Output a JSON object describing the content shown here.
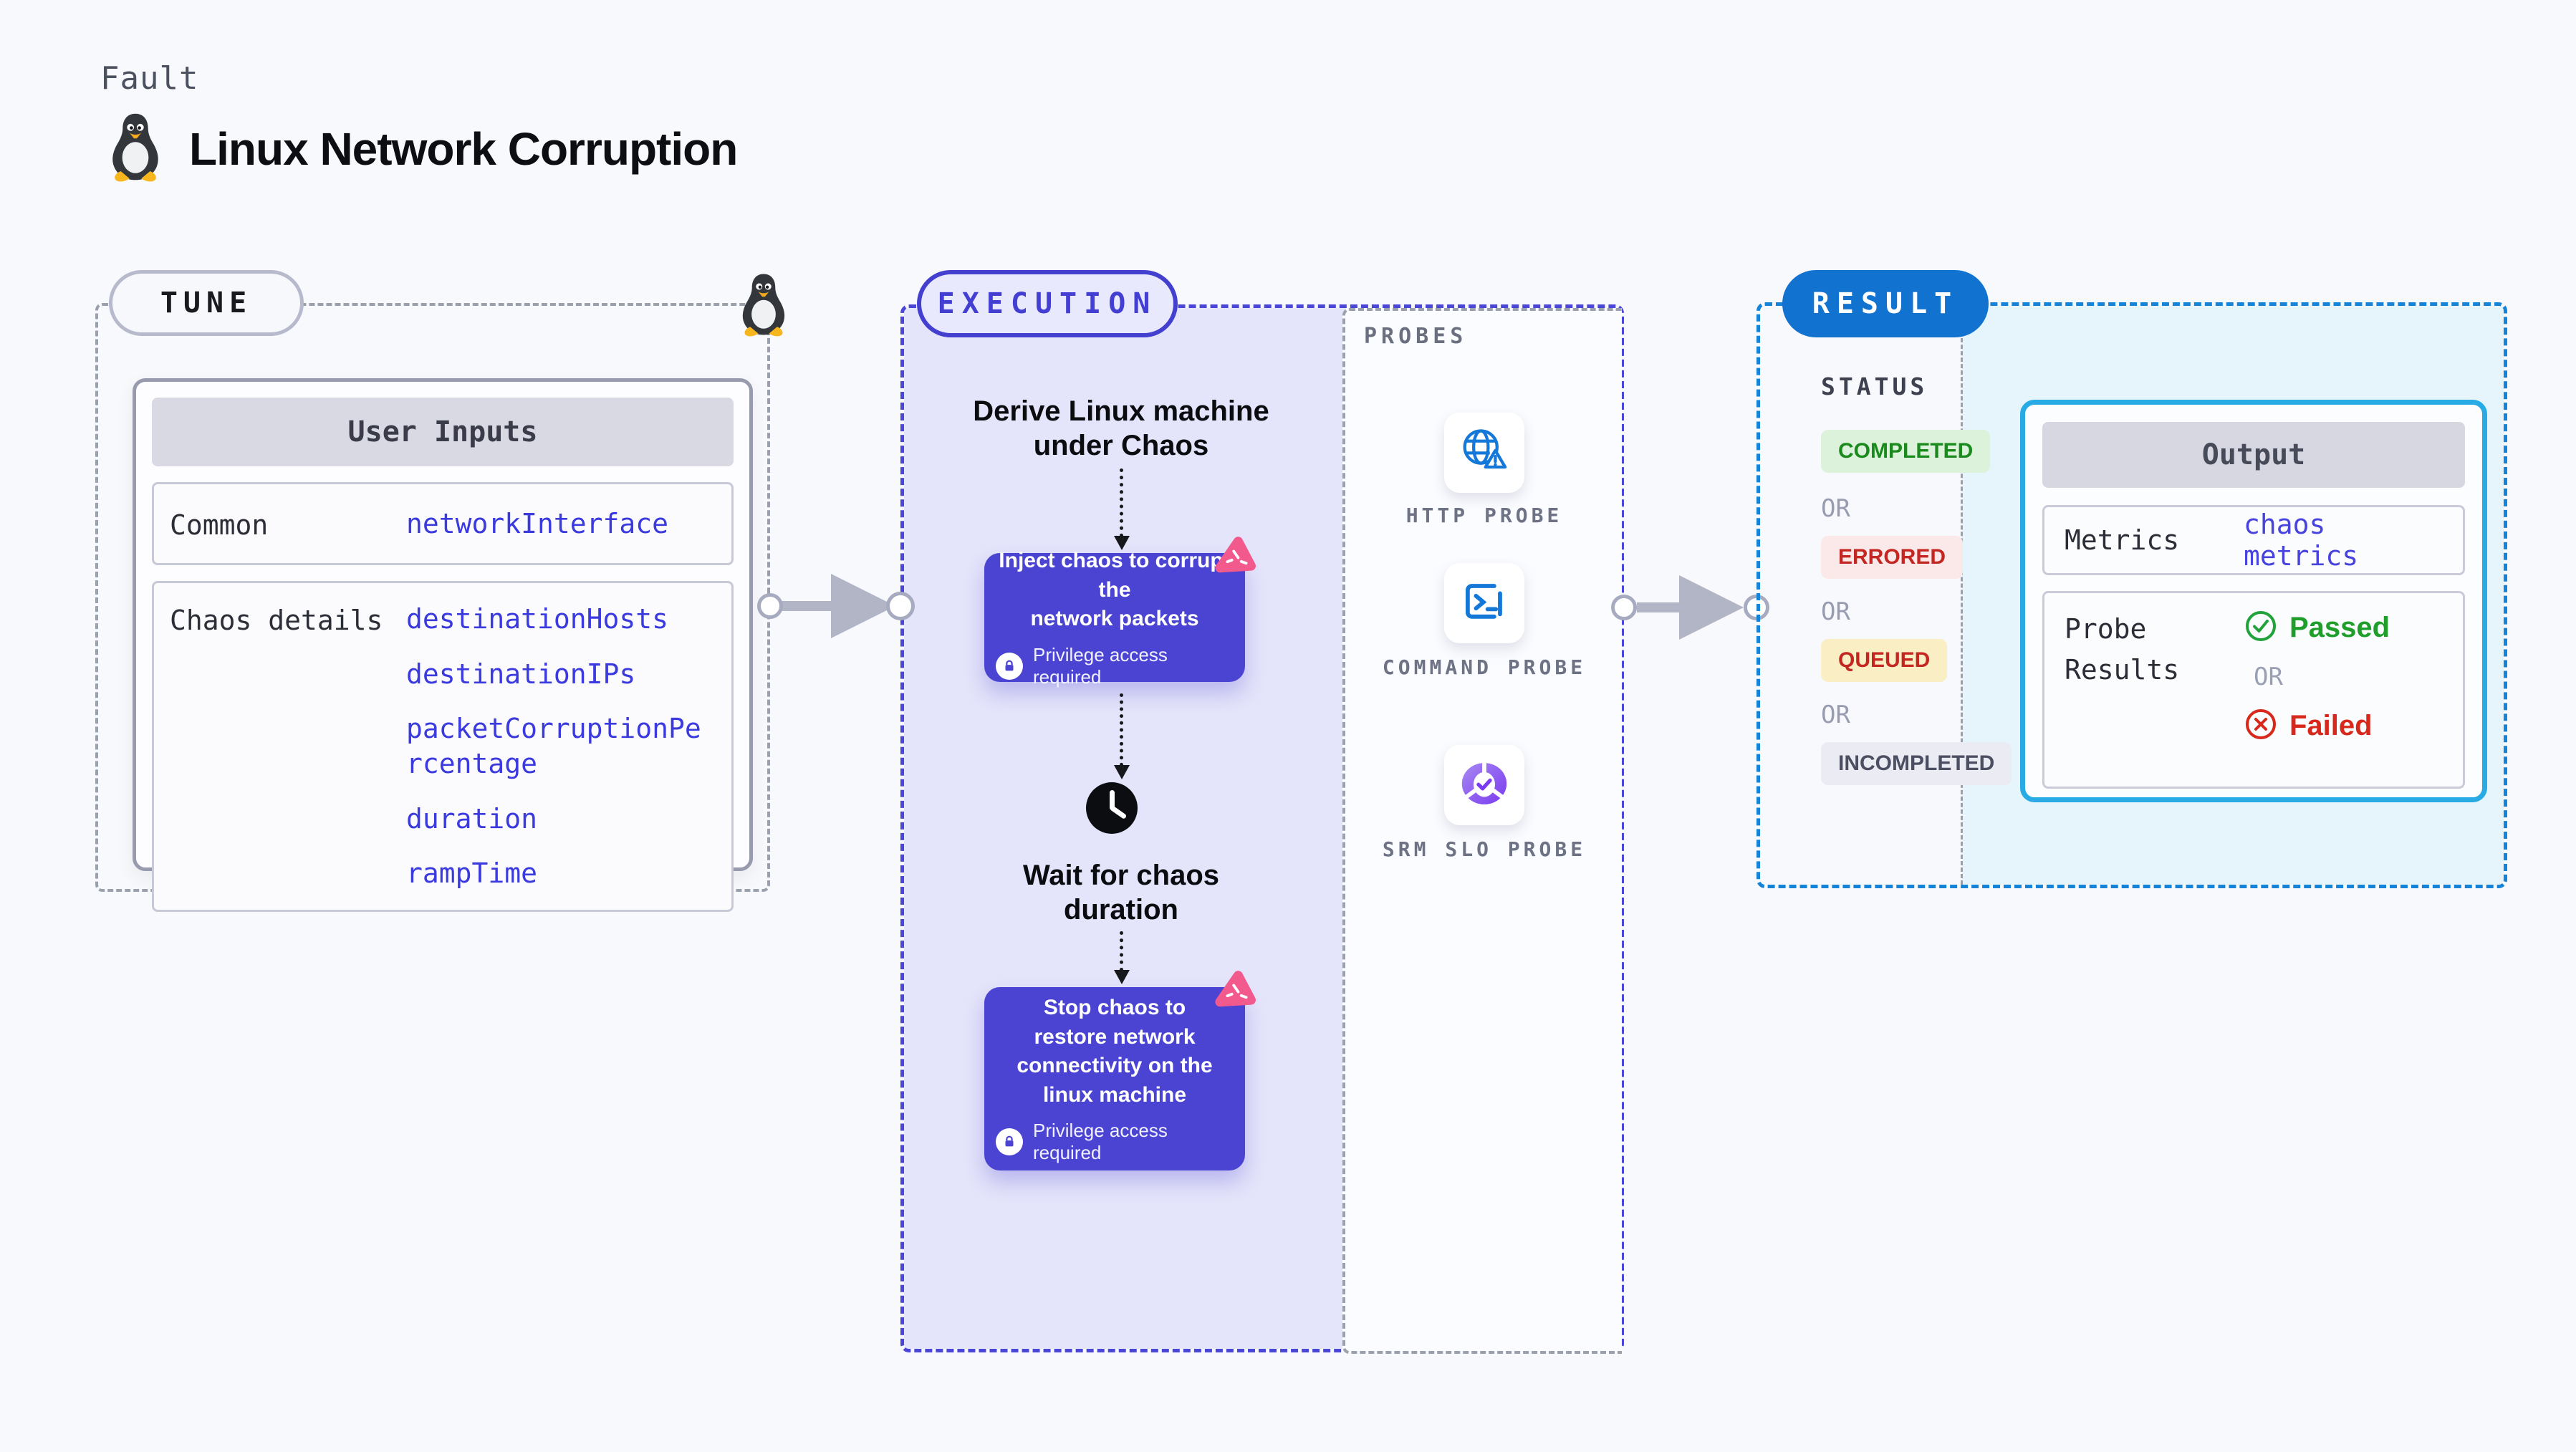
{
  "page": {
    "kicker": "Fault",
    "title": "Linux Network Corruption"
  },
  "tune": {
    "badge": "TUNE",
    "inputs": {
      "header": "User Inputs",
      "rows": [
        {
          "label": "Common",
          "values": [
            "networkInterface"
          ]
        },
        {
          "label": "Chaos details",
          "values": [
            "destinationHosts",
            "destinationIPs",
            "packetCorruptionPercentage",
            "duration",
            "rampTime"
          ]
        }
      ]
    }
  },
  "execution": {
    "badge": "EXECUTION",
    "derive_step": "Derive Linux machine\nunder Chaos",
    "inject_node": {
      "title": "Inject chaos to corrupt the\nnetwork packets",
      "note": "Privilege access required"
    },
    "wait_step": "Wait for chaos\nduration",
    "stop_node": {
      "title": "Stop chaos to\nrestore network\nconnectivity on the\nlinux machine",
      "note": "Privilege access required"
    }
  },
  "probes": {
    "label": "PROBES",
    "items": [
      {
        "label": "HTTP PROBE",
        "icon": "globe-alert-icon"
      },
      {
        "label": "COMMAND PROBE",
        "icon": "terminal-icon"
      },
      {
        "label": "SRM SLO PROBE",
        "icon": "slo-gauge-icon"
      }
    ]
  },
  "result": {
    "badge": "RESULT",
    "status": {
      "label": "STATUS",
      "separator": "OR",
      "options": [
        {
          "text": "COMPLETED",
          "tone": "success"
        },
        {
          "text": "ERRORED",
          "tone": "error"
        },
        {
          "text": "QUEUED",
          "tone": "warning"
        },
        {
          "text": "INCOMPLETED",
          "tone": "neutral"
        }
      ]
    },
    "output": {
      "header": "Output",
      "metrics": {
        "label": "Metrics",
        "value": "chaos metrics"
      },
      "probe_results": {
        "label": "Probe Results",
        "passed": "Passed",
        "separator": "OR",
        "failed": "Failed"
      }
    }
  },
  "colors": {
    "accent_indigo": "#4b44d2",
    "accent_blue": "#1173cf",
    "accent_cyan": "#28abe4",
    "value_blue": "#3a3ade",
    "success_green": "#1f9e2c",
    "error_red": "#d7281b",
    "chaos_pink": "#f2598c"
  }
}
